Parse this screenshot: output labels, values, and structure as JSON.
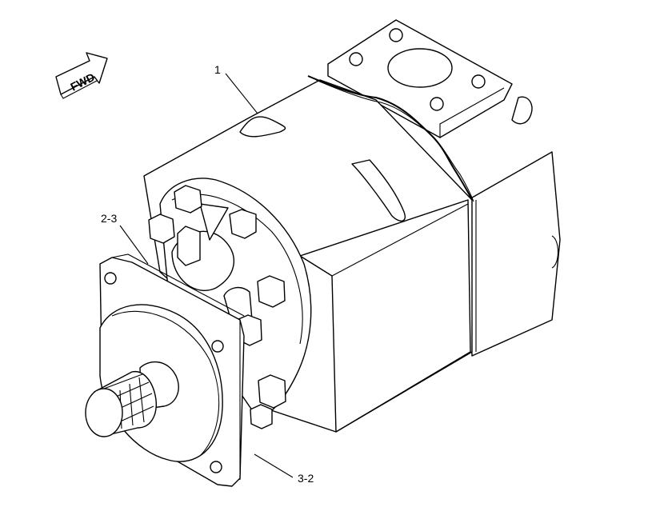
{
  "direction_arrow": {
    "text": "FWD"
  },
  "callouts": [
    {
      "id": "callout-1",
      "text": "1"
    },
    {
      "id": "callout-2-3",
      "text": "2-3"
    },
    {
      "id": "callout-3-2",
      "text": "3-2"
    }
  ],
  "colors": {
    "line": "#000000",
    "background": "#ffffff"
  }
}
